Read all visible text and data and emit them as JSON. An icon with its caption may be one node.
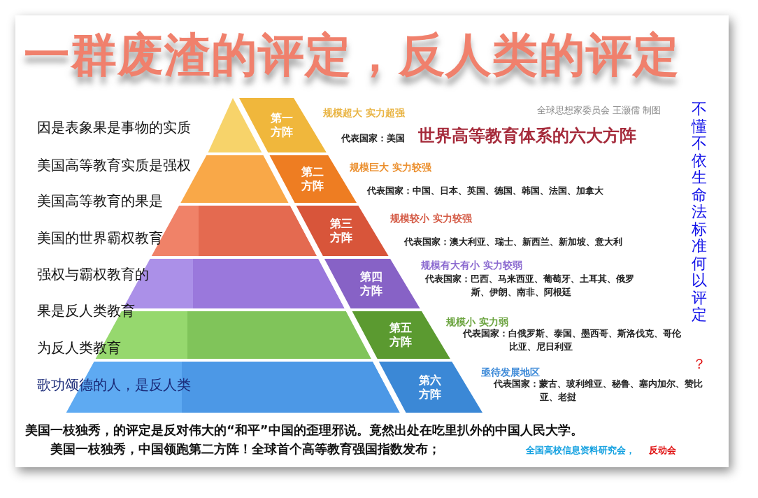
{
  "diagram": {
    "title": "一群废渣的评定，反人类的评定",
    "nodes": [
      {
        "text": [
          "第一方阵"
        ],
        "beside": [
          "规模超大 实力超强",
          "代表国家：美国"
        ]
      },
      {
        "text": [
          "第二方阵"
        ],
        "beside": [
          "规模巨大 实力较强",
          "代表国家：中国、日本、英国、德国、韩国、法国、加拿大"
        ]
      },
      {
        "text": [
          "第三方阵"
        ],
        "beside": [
          "规模较小 实力较强",
          "代表国家：澳大利亚、瑞士、新西兰、新加坡、意大利"
        ]
      },
      {
        "text": [
          "第四方阵"
        ],
        "beside": [
          "规模有大有小 实力较弱",
          "代表国家：巴西、马来西亚、葡萄牙、土耳其、俄罗斯、伊朗、南非、阿根廷"
        ]
      },
      {
        "text": [
          "第五方阵"
        ],
        "beside": [
          "规模小 实力弱",
          "代表国家：白俄罗斯、泰国、墨西哥、斯洛伐克、哥伦比亚、尼日利亚"
        ]
      },
      {
        "text": [
          "第六方阵"
        ],
        "beside": [
          "亟待发展地区",
          "代表国家：蒙古、玻利维亚、秘鲁、塞内加尔、赞比亚、老挝"
        ]
      }
    ],
    "labels": [
      "全球思想家委员会 王灏儒 制图",
      "世界高等教育体系的六大方阵",
      "因是表象果是事物的实质",
      "美国高等教育实质是强权",
      "美国高等教育的果是",
      "美国的世界霸权教育",
      "强权与霸权教育的",
      "果是反人类教育",
      "为反人类教育",
      "歌功颂德的人，是反人类",
      "不懂不依生命法标准何以评定",
      "？",
      "美国一枝独秀，的评定是反对伟大的“和平”中国的歪理邪说。竟然出处在吃里扒外的中国人民大学。",
      "美国一枝独秀，中国领跑第二方阵！全球首个高等教育强国指数发布；",
      "全国高校信息资料研究会，",
      "反动会"
    ]
  }
}
